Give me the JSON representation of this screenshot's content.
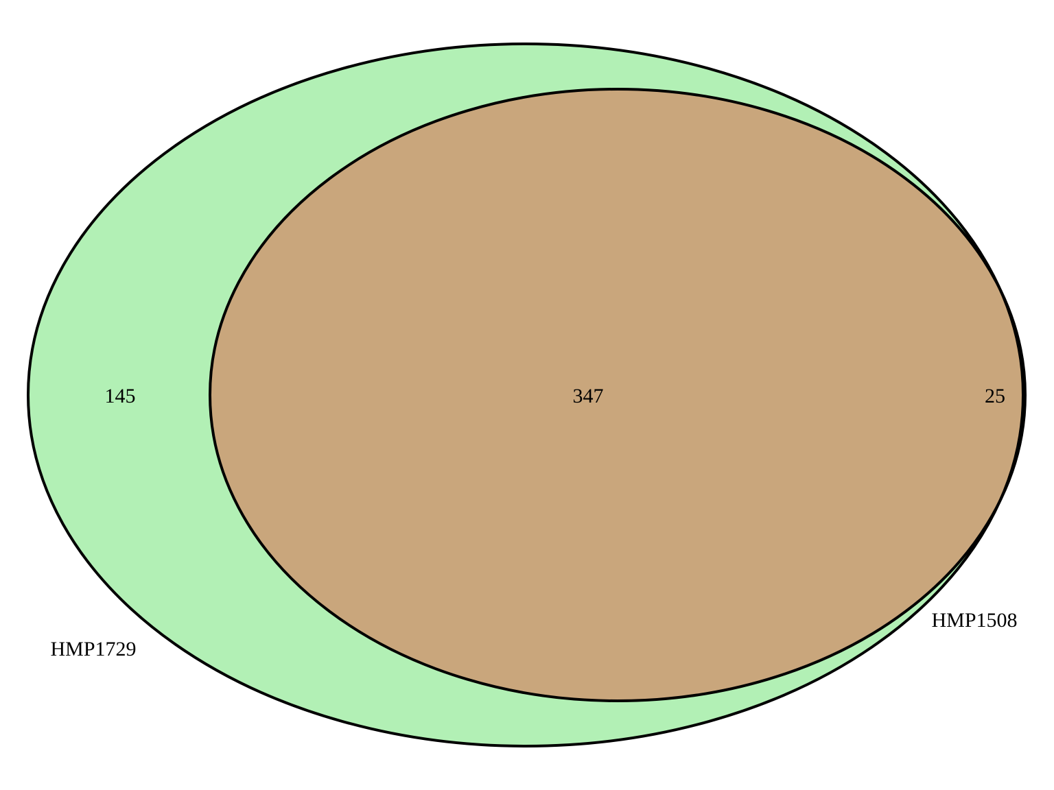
{
  "diagram": {
    "type": "venn",
    "sets": [
      {
        "label": "HMP1729",
        "fill_color": "#b2f0b5"
      },
      {
        "label": "HMP1508",
        "fill_color": "#fdb1b3"
      }
    ],
    "overlap_color": "#c9a67c",
    "outline_color": "#000000",
    "regions": {
      "only_hmp1729": "145",
      "both": "347",
      "only_hmp1508": "25"
    }
  }
}
